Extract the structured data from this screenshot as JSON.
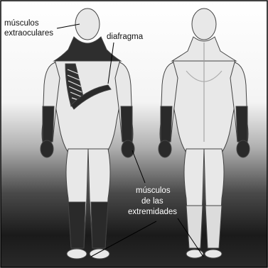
{
  "labels": {
    "extraocular_line1": "músculos",
    "extraocular_line2": "extraoculares",
    "diaphragm": "diafragma",
    "limbs_line1": "músculos",
    "limbs_line2": "de las",
    "limbs_line3": "extremidades"
  },
  "colors": {
    "body_fill": "#e8e8e8",
    "highlight_dark": "#2a2a2a",
    "outline": "#444444",
    "frame": "#000000"
  }
}
